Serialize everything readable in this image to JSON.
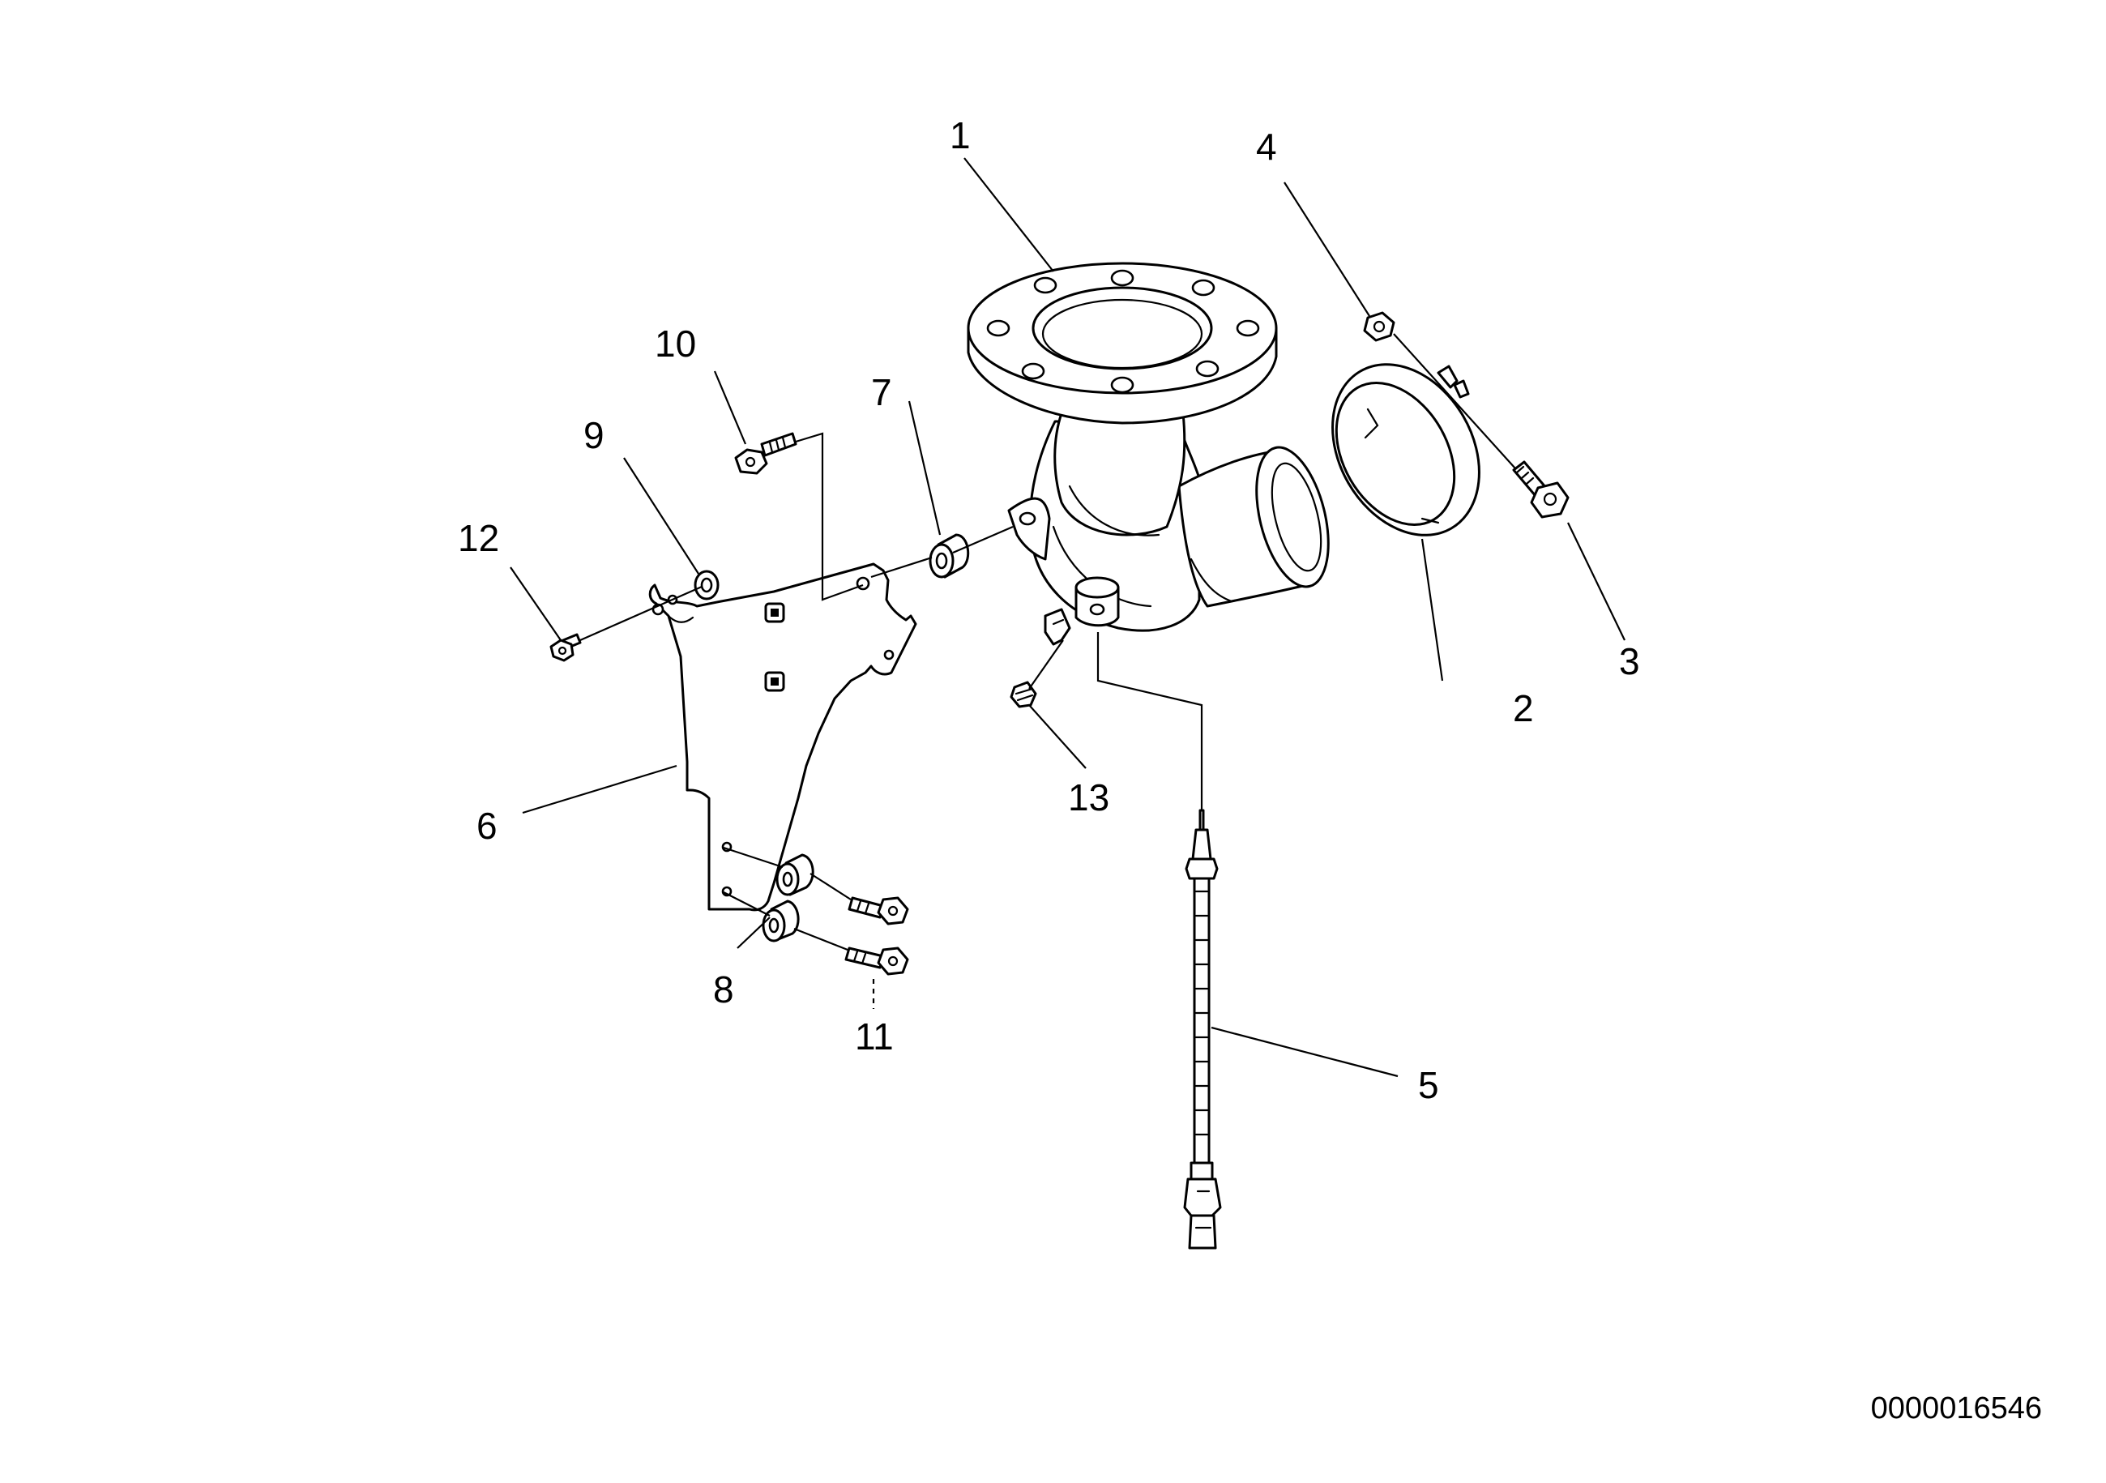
{
  "diagram": {
    "callouts": {
      "c1": "1",
      "c2": "2",
      "c3": "3",
      "c4": "4",
      "c5": "5",
      "c6": "6",
      "c7": "7",
      "c8": "8",
      "c9": "9",
      "c10": "10",
      "c11": "11",
      "c12": "12",
      "c13": "13"
    },
    "document_number": "0000016546"
  }
}
